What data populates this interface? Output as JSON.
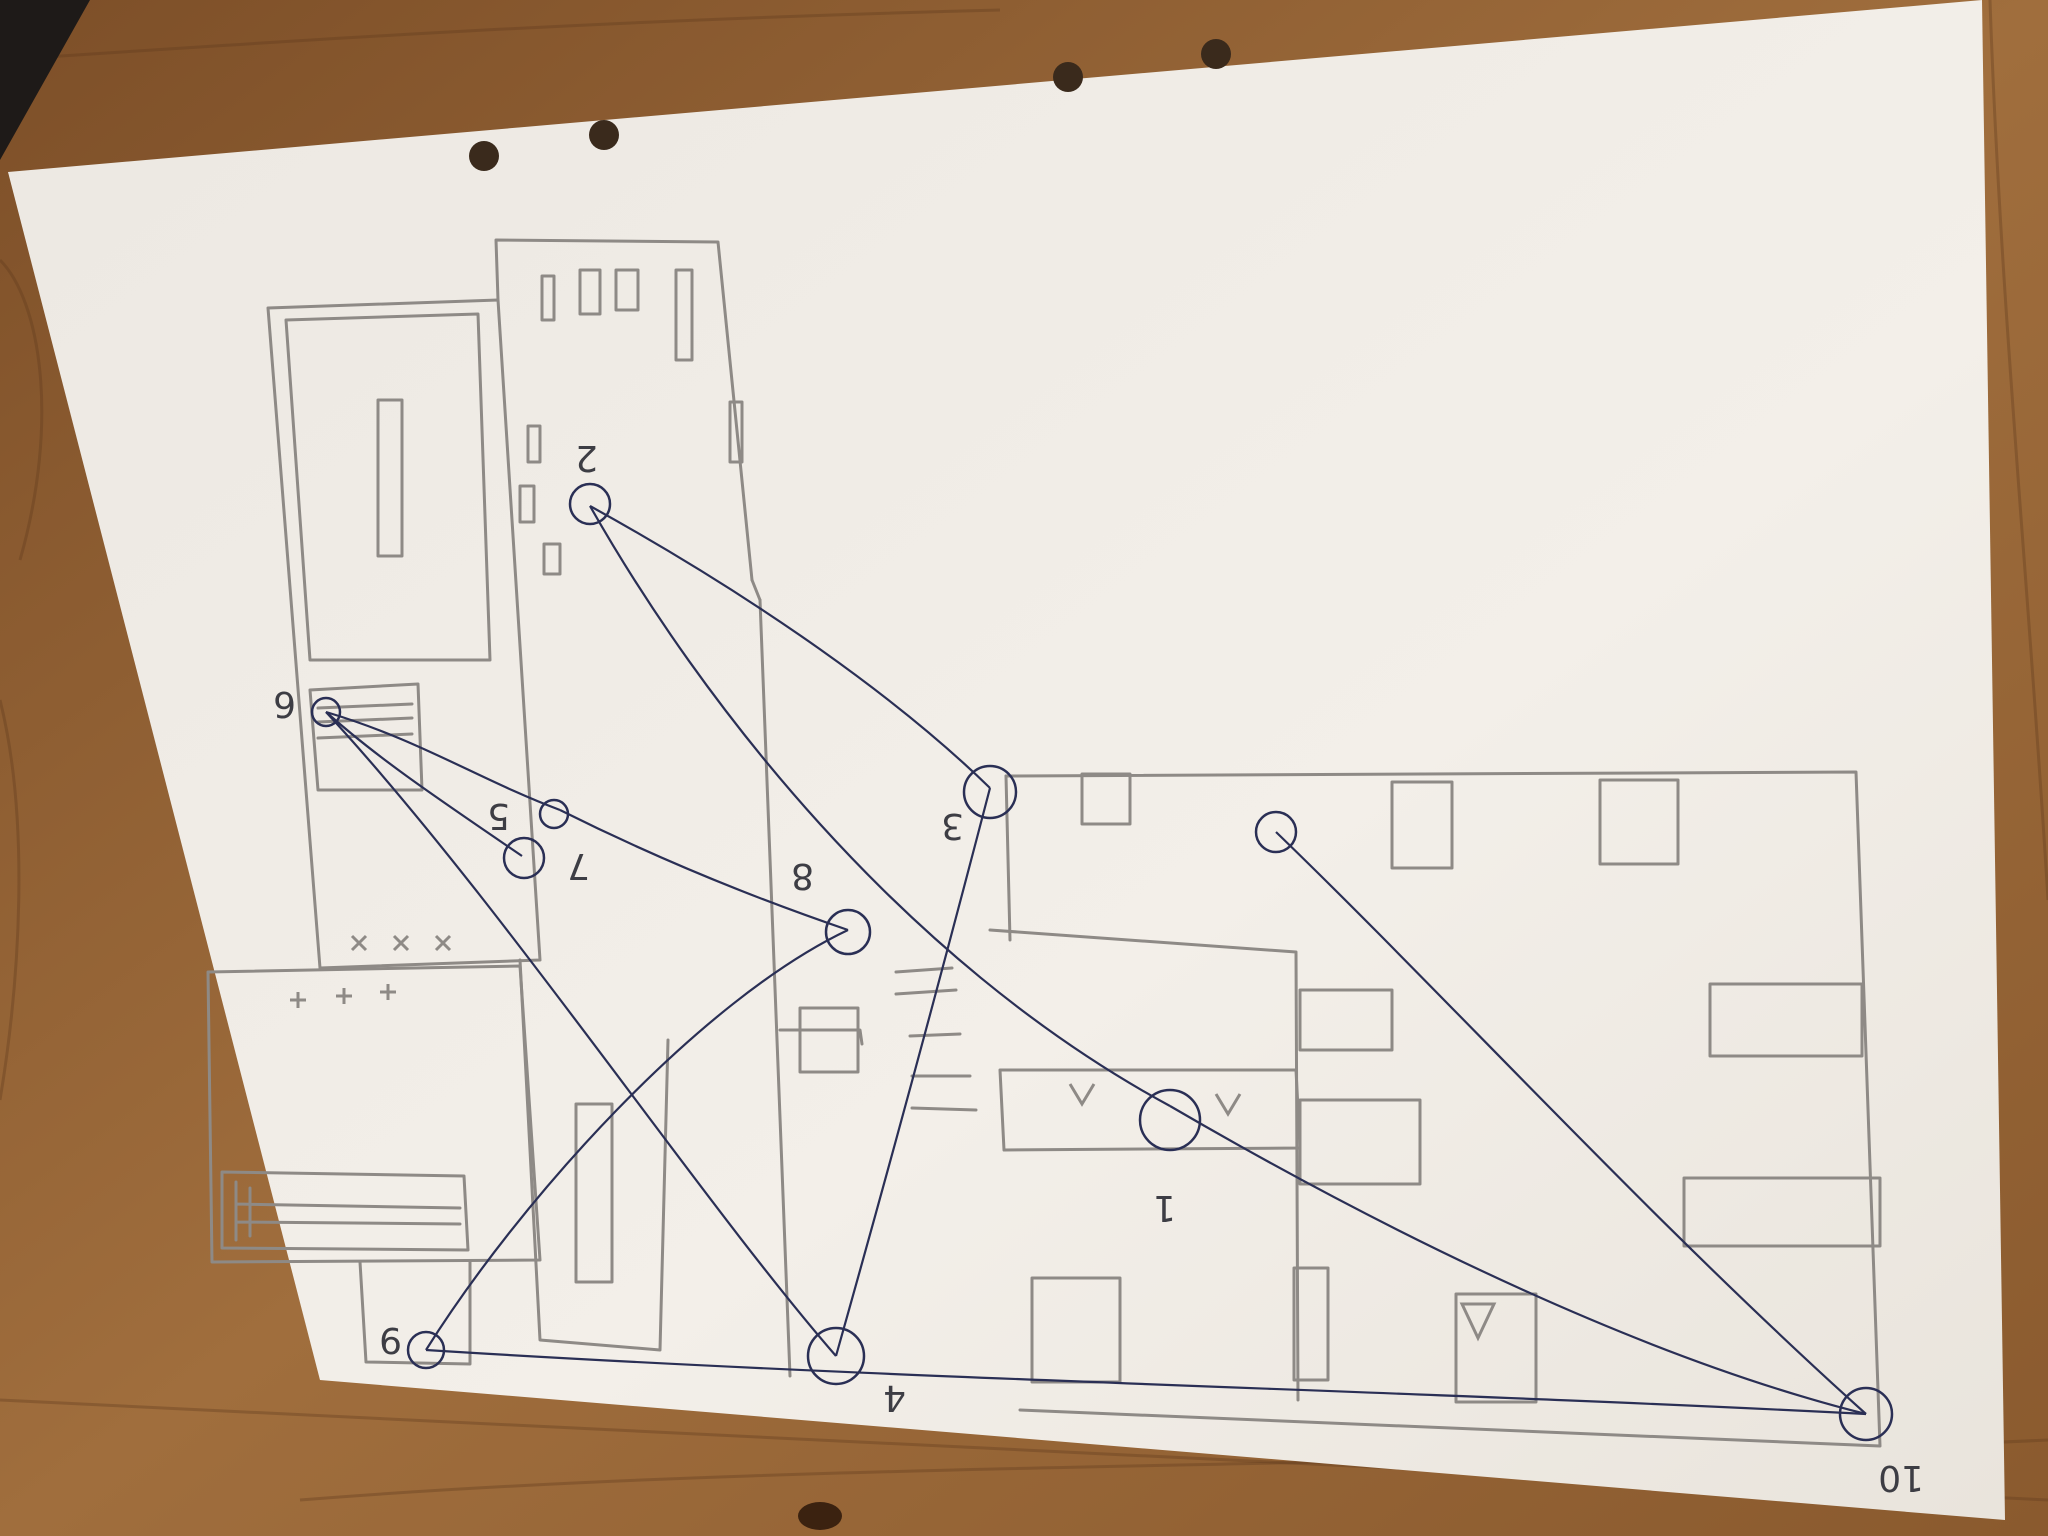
{
  "photo": {
    "subject_colors": {
      "table": "#9a6a3a",
      "table_dark": "#5e3a1c",
      "paper": "#f1ede6",
      "pencil": "#8e8a86",
      "ink": "#2a2f55"
    }
  },
  "drawing": {
    "point_labels": [
      "1",
      "2",
      "3",
      "4",
      "5",
      "6",
      "7",
      "8",
      "9",
      "10"
    ]
  },
  "punch_holes": 4
}
